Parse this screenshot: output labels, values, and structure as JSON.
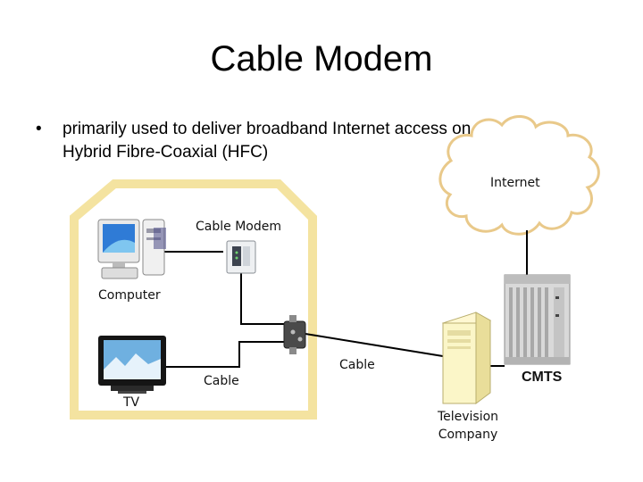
{
  "slide": {
    "title": "Cable Modem",
    "bullet": {
      "marker": "•",
      "text": "primarily used to deliver broadband Internet access on Hybrid Fibre-Coaxial (HFC)"
    }
  },
  "diagram": {
    "labels": {
      "internet": "Internet",
      "cable_modem": "Cable Modem",
      "computer": "Computer",
      "tv": "TV",
      "cable_left": "Cable",
      "cable_right": "Cable",
      "cmts": "CMTS",
      "television_company_line1": "Television",
      "television_company_line2": "Company"
    },
    "icons": [
      "computer-icon",
      "tv-icon",
      "cable-modem-icon",
      "splitter-icon",
      "server-tower-icon",
      "cmts-rack-icon",
      "cloud-icon",
      "house-outline"
    ],
    "colors": {
      "house_outline": "#f4e3a0",
      "cloud_outline": "#e9c98a",
      "wire": "#000000",
      "server_body": "#fbf6c8",
      "cmts_body": "#d9d9d9"
    }
  }
}
